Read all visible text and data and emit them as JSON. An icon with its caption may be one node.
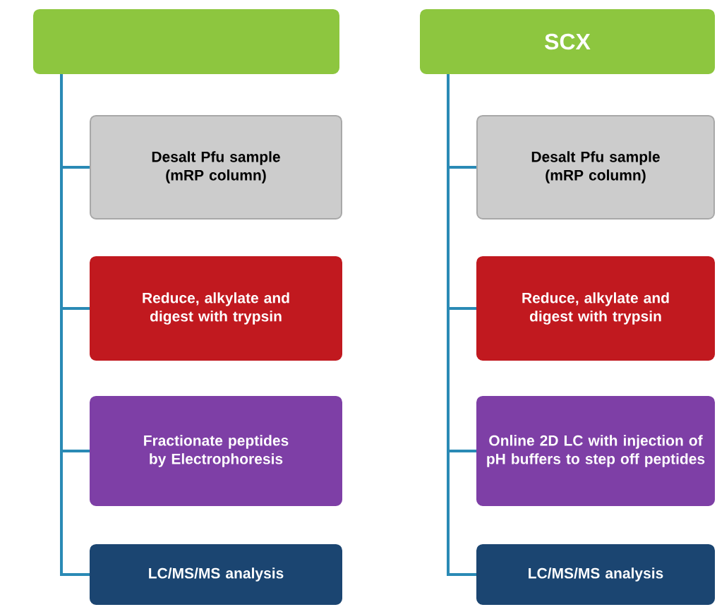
{
  "diagram": {
    "nodes": [
      {
        "text": [],
        "shape": "box"
      },
      {
        "text": [
          "Desalt Pfu sample (mRP column)"
        ]
      },
      {
        "text": [
          "Reduce, alkylate and digest with trypsin"
        ]
      },
      {
        "text": [
          "Fractionate peptides by Electrophoresis"
        ]
      },
      {
        "text": [
          "LC/MS/MS analysis"
        ]
      },
      {
        "text": [
          "SCX"
        ]
      },
      {
        "text": [
          "Desalt Pfu sample (mRP column)"
        ]
      },
      {
        "text": [
          "Reduce, alkylate and digest with trypsin"
        ]
      },
      {
        "text": [
          "Online 2D LC with injection of pH buffers to step off peptides"
        ]
      },
      {
        "text": [
          "LC/MS/MS analysis"
        ]
      }
    ],
    "edges": [
      {
        "from": 0,
        "to": 1,
        "arrow": "none"
      },
      {
        "from": 0,
        "to": 2,
        "arrow": "none"
      },
      {
        "from": 0,
        "to": 3,
        "arrow": "none"
      },
      {
        "from": 0,
        "to": 4,
        "arrow": "none"
      },
      {
        "from": 5,
        "to": 6,
        "arrow": "none"
      },
      {
        "from": 5,
        "to": 7,
        "arrow": "none"
      },
      {
        "from": 5,
        "to": 8,
        "arrow": "none"
      },
      {
        "from": 5,
        "to": 9,
        "arrow": "none"
      }
    ]
  }
}
